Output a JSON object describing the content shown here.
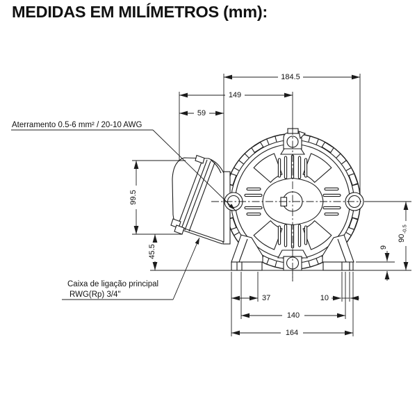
{
  "title": "MEDIDAS EM MILÍMETROS (mm):",
  "callouts": {
    "grounding_label": "Aterramento 0.5-6 mm² / 20-10 AWG",
    "terminal_box_label_line1": "Caixa de ligação principal",
    "terminal_box_label_line2": "RWG(Rp) 3/4\""
  },
  "dimensions_mm": {
    "overall_width": "184.5",
    "box_to_shaft_center": "149",
    "terminal_box_width": "59",
    "terminal_box_height": "99.5",
    "box_bottom_to_base": "45.5",
    "shaft_height": "90",
    "shaft_height_tolerance": "-0.5",
    "foot_edge_to_slot": "37",
    "slot_width": "10",
    "slot_span": "140",
    "foot_span": "164"
  },
  "colors": {
    "line": "#1c1c1c",
    "background": "#ffffff"
  }
}
